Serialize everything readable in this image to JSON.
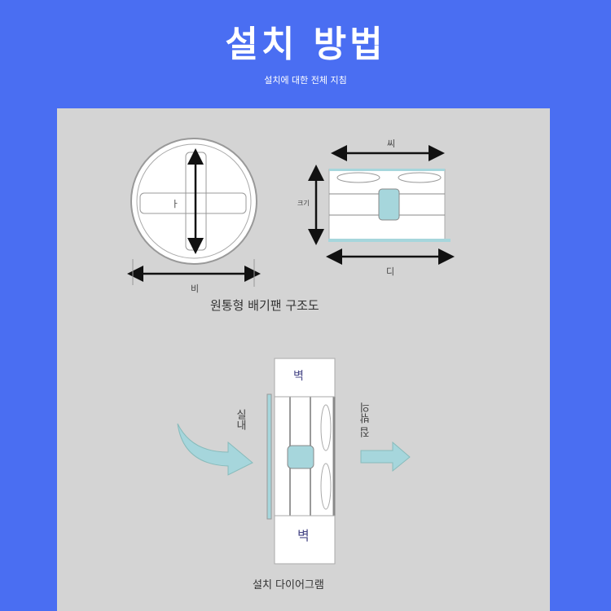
{
  "header": {
    "title": "설치 방법",
    "subtitle": "설치에 대한 전체 지침"
  },
  "structure": {
    "caption": "원통형 배기팬 구조도",
    "dim_b": "비",
    "dim_c": "씨",
    "dim_d": "디",
    "dim_h": "크기",
    "center": "ㅏ"
  },
  "install": {
    "caption": "설치 다이어그램",
    "wall_top": "벽",
    "wall_bottom": "벽",
    "indoor": "실내",
    "outdoor": "집 밖의"
  },
  "colors": {
    "background": "#4a6ef2",
    "panel": "#d4d4d4",
    "accent": "#a6d6dc"
  }
}
